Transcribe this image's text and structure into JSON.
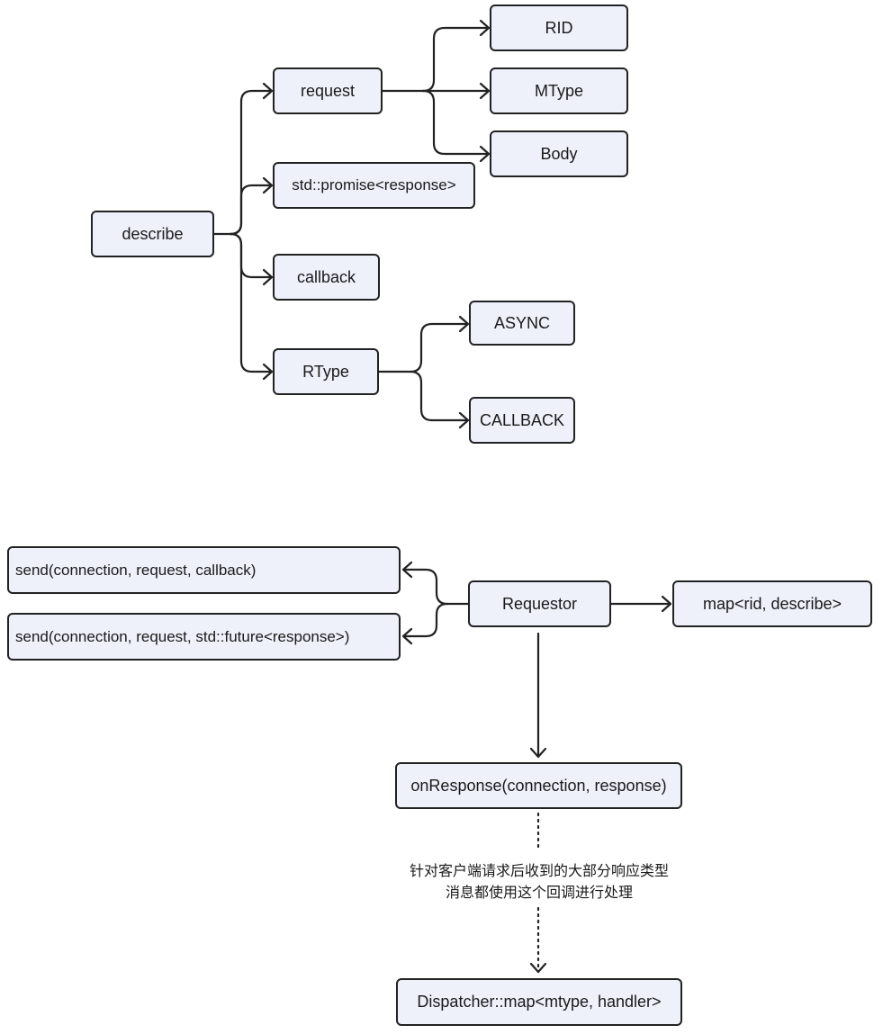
{
  "colors": {
    "node_fill": "#eef1fa",
    "node_border": "#222222",
    "line": "#222222"
  },
  "diagram_top": {
    "root": "describe",
    "children": [
      {
        "label": "request",
        "children": [
          "RID",
          "MType",
          "Body"
        ]
      },
      {
        "label": "std::promise<response>",
        "children": []
      },
      {
        "label": "callback",
        "children": []
      },
      {
        "label": "RType",
        "children": [
          "ASYNC",
          "CALLBACK"
        ]
      }
    ]
  },
  "diagram_bottom": {
    "send_callback": "send(connection,  request,  callback)",
    "send_future": "send(connection,  request, std::future<response>)",
    "requestor": "Requestor",
    "map_rid": "map<rid,  describe>",
    "on_response": "onResponse(connection, response)",
    "note_line1": "针对客户端请求后收到的大部分响应类型",
    "note_line2": "消息都使用这个回调进行处理",
    "dispatcher": "Dispatcher::map<mtype, handler>"
  }
}
